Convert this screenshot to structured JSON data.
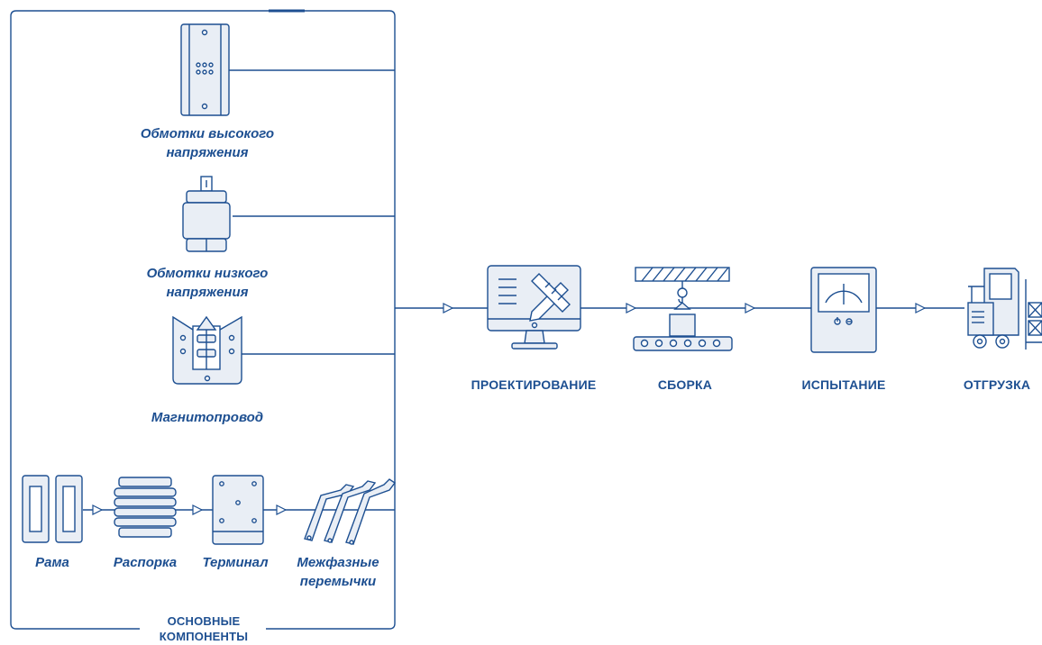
{
  "components": {
    "hv_winding": "Обмотки высокого напряжения",
    "lv_winding": "Обмотки низкого напряжения",
    "core": "Магнитопровод",
    "frame": "Рама",
    "spacer": "Распорка",
    "terminal": "Терминал",
    "jumpers": "Межфазные перемычки",
    "group_title": "ОСНОВНЫЕ КОМПОНЕНТЫ"
  },
  "process": {
    "design": "ПРОЕКТИРОВАНИЕ",
    "assembly": "СБОРКА",
    "testing": "ИСПЫТАНИЕ",
    "shipping": "ОТГРУЗКА"
  },
  "colors": {
    "primary": "#1d4f91",
    "fill": "#e9eef5"
  }
}
